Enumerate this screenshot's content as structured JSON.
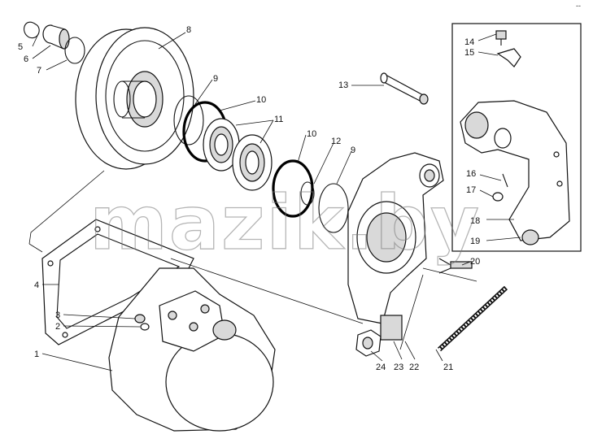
{
  "diagram": {
    "watermark": "mazik.by",
    "corner_mark": "-- ",
    "callouts": {
      "c1": "1",
      "c2": "2",
      "c3": "3",
      "c4": "4",
      "c5": "5",
      "c6": "6",
      "c7": "7",
      "c8": "8",
      "c9a": "9",
      "c9b": "9",
      "c10a": "10",
      "c10b": "10",
      "c11": "11",
      "c12": "12",
      "c13": "13",
      "c14": "14",
      "c15": "15",
      "c16": "16",
      "c17": "17",
      "c18": "18",
      "c19": "19",
      "c20": "20",
      "c21": "21",
      "c22": "22",
      "c23": "23",
      "c24": "24"
    }
  }
}
